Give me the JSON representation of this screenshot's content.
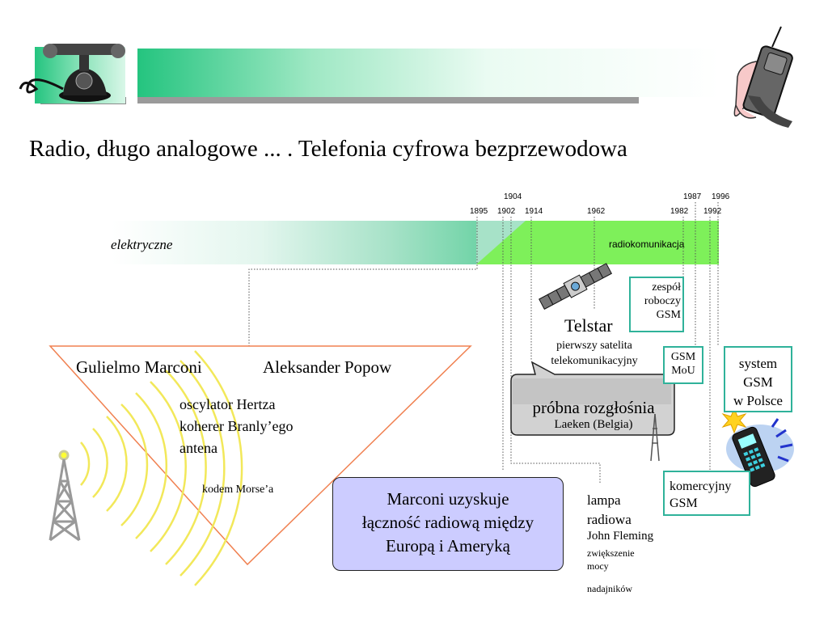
{
  "title": "Radio, długo analogowe ... . Telefonia cyfrowa bezprzewodowa",
  "timeline": {
    "left_label": "elektryczne",
    "right_label": "radiokomunikacja",
    "years_top": [
      "1904",
      "1987",
      "1996"
    ],
    "years_bottom": [
      "1895",
      "1902",
      "1914",
      "1962",
      "1982",
      "1992"
    ]
  },
  "triangle": {
    "name1": "Gulielmo Marconi",
    "name2": "Aleksander Popow",
    "line1": "oscylator Hertza",
    "line2": "koherer Branly’ego",
    "line3": "antena",
    "morse": "kodem Morse’a"
  },
  "telstar": {
    "title": "Telstar",
    "line1": "pierwszy satelita",
    "line2": "telekomunikacyjny"
  },
  "gsm_group": {
    "line1": "zespół",
    "line2": "roboczy",
    "line3": "GSM"
  },
  "gsm_mou": {
    "line1": "GSM",
    "line2": "MoU"
  },
  "system_gsm": {
    "line1": "system",
    "line2": "GSM",
    "line3": "w Polsce"
  },
  "commercial": {
    "line1": "komercyjny",
    "line2": "GSM"
  },
  "broadcast": {
    "title": "próbna rozgłośnia",
    "subtitle": "Laeken (Belgia)"
  },
  "marconi_box": {
    "line1": "Marconi uzyskuje",
    "line2": "łączność radiową między",
    "line3": "Europą i Ameryką"
  },
  "lamp": {
    "line1": "lampa",
    "line2": "radiowa",
    "line3": "John Fleming",
    "line4": "zwiększenie",
    "line5": "mocy",
    "line6": "nadajników"
  },
  "colors": {
    "accent_green": "#7ef05a",
    "teal_border": "#2fb29a",
    "triangle_stroke": "#f08050",
    "marconi_fill": "#ccccff",
    "wave_yellow": "#f2e85a"
  },
  "icons": [
    "old-telephone-icon",
    "mobile-phone-icon",
    "satellite-icon",
    "radio-tower-icon",
    "ringing-phone-icon"
  ]
}
